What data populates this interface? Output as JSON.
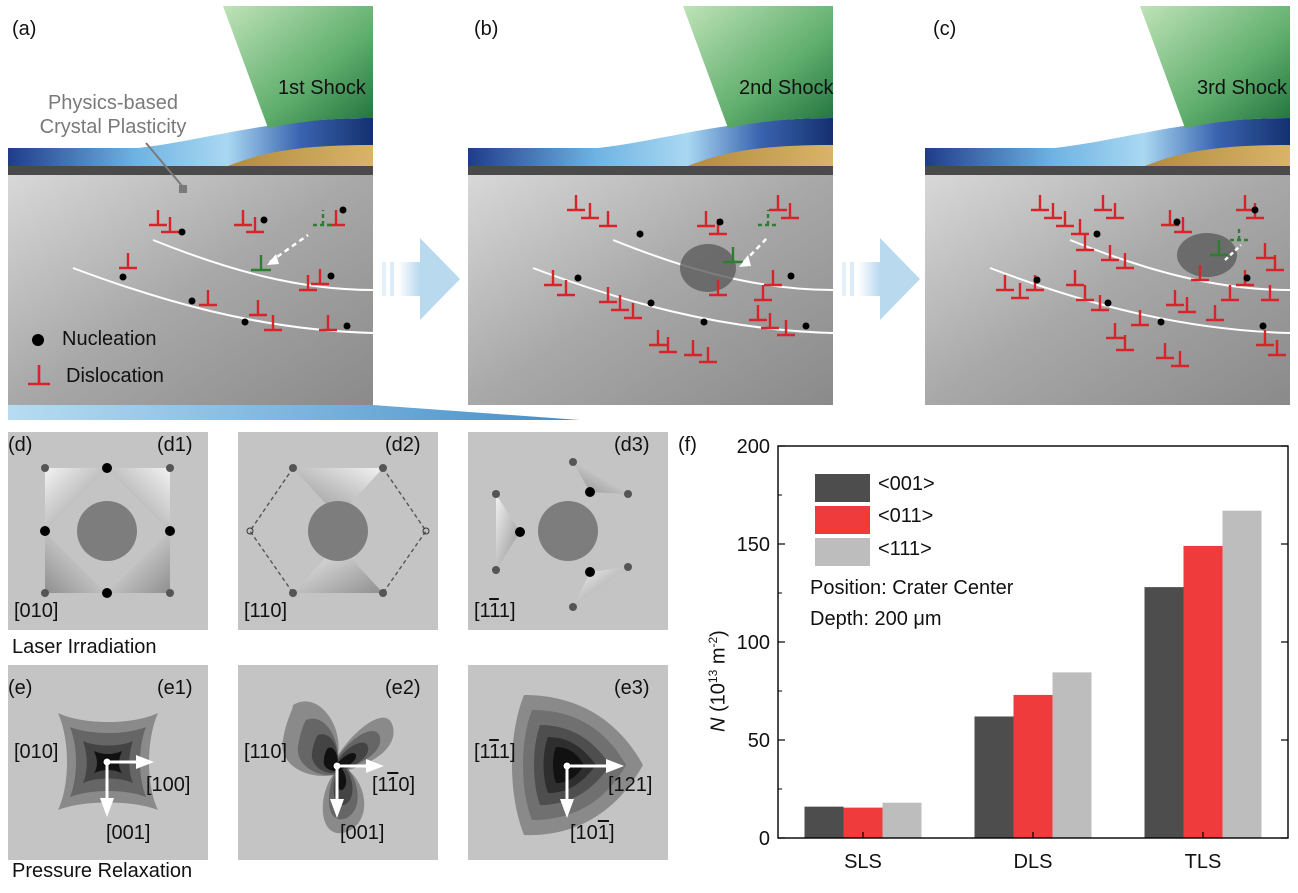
{
  "panels": {
    "a": {
      "label": "(a)",
      "shock": "1st Shock",
      "callout": [
        "Physics-based",
        "Crystal Plasticity"
      ],
      "legend": {
        "nucleation": "Nucleation",
        "dislocation": "Dislocation"
      }
    },
    "b": {
      "label": "(b)",
      "shock": "2nd Shock"
    },
    "c": {
      "label": "(c)",
      "shock": "3rd Shock"
    }
  },
  "d": {
    "label": "(d)",
    "row_caption": "Laser Irradiation",
    "cells": [
      {
        "tag": "(d1)",
        "dir": "[010]"
      },
      {
        "tag": "(d2)",
        "dir": "[110]"
      },
      {
        "tag": "(d3)",
        "dir_pre": "[1",
        "dir_bar": "1",
        "dir_post": "1]"
      }
    ]
  },
  "e": {
    "label": "(e)",
    "row_caption": "Pressure Relaxation",
    "cells": [
      {
        "tag": "(e1)",
        "dir_left": "[010]",
        "dir_right": "[100]",
        "dir_down": "[001]"
      },
      {
        "tag": "(e2)",
        "dir_left": "[110]",
        "dir_right_pre": "[1",
        "dir_right_bar": "1",
        "dir_right_post": "0]",
        "dir_down": "[001]"
      },
      {
        "tag": "(e3)",
        "dir_left_pre": "[1",
        "dir_left_bar": "1",
        "dir_left_post": "1]",
        "dir_right": "[121]",
        "dir_down_pre": "[10",
        "dir_down_bar": "1",
        "dir_down_post": "]"
      }
    ]
  },
  "colors": {
    "nucleation": "#000000",
    "dislocation": "#d8232a",
    "migrating": "#2e7d32",
    "s001": "#4d4d4d",
    "s011": "#ef3b3b",
    "s111": "#bdbdbd"
  },
  "chart_data": {
    "type": "bar",
    "panel_label": "(f)",
    "categories": [
      "SLS",
      "DLS",
      "TLS"
    ],
    "series": [
      {
        "name": "<001>",
        "values": [
          16,
          62,
          128
        ]
      },
      {
        "name": "<011>",
        "values": [
          15.5,
          73,
          149
        ]
      },
      {
        "name": "<111>",
        "values": [
          18,
          84.5,
          167
        ]
      }
    ],
    "ylabel_var": "N",
    "ylabel_unit_pre": "(10",
    "ylabel_unit_exp": "13",
    "ylabel_unit_post": " m",
    "ylabel_unit_exp2": "-2",
    "ylabel_unit_close": ")",
    "ylim": [
      0,
      200
    ],
    "yticks": [
      "0",
      "50",
      "100",
      "150",
      "200"
    ],
    "annotations": [
      "Position: Crater Center",
      "Depth: 200 μm"
    ],
    "legend_placement": "top-left"
  }
}
